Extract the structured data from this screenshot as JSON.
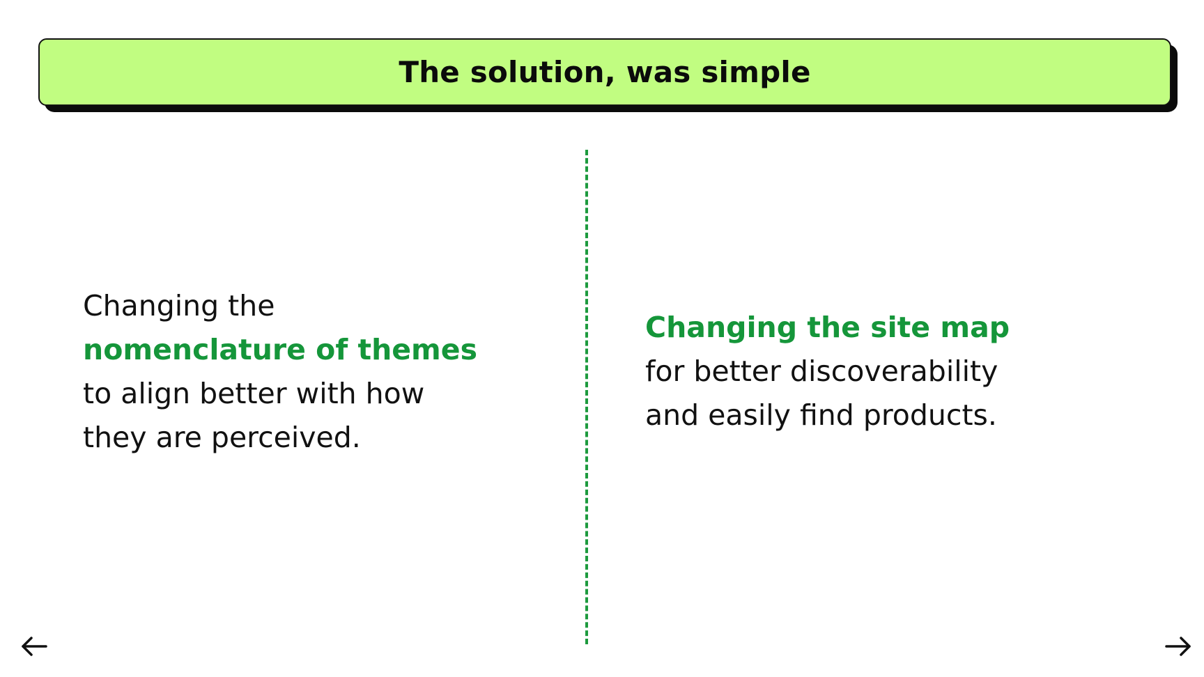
{
  "header": {
    "title": "The solution, was simple"
  },
  "left_panel": {
    "line1": "Changing the",
    "highlight": "nomenclature of themes",
    "line3": "to align better with how",
    "line4": "they are perceived."
  },
  "right_panel": {
    "highlight": "Changing the site map",
    "line2": "for better discoverability",
    "line3": "and easily find products."
  },
  "navigation": {
    "prev_icon": "arrow-left-icon",
    "next_icon": "arrow-right-icon"
  },
  "colors": {
    "title_background": "#c1fd81",
    "accent_green": "#15963a",
    "divider_green": "#1d9a3e",
    "text": "#111111"
  }
}
